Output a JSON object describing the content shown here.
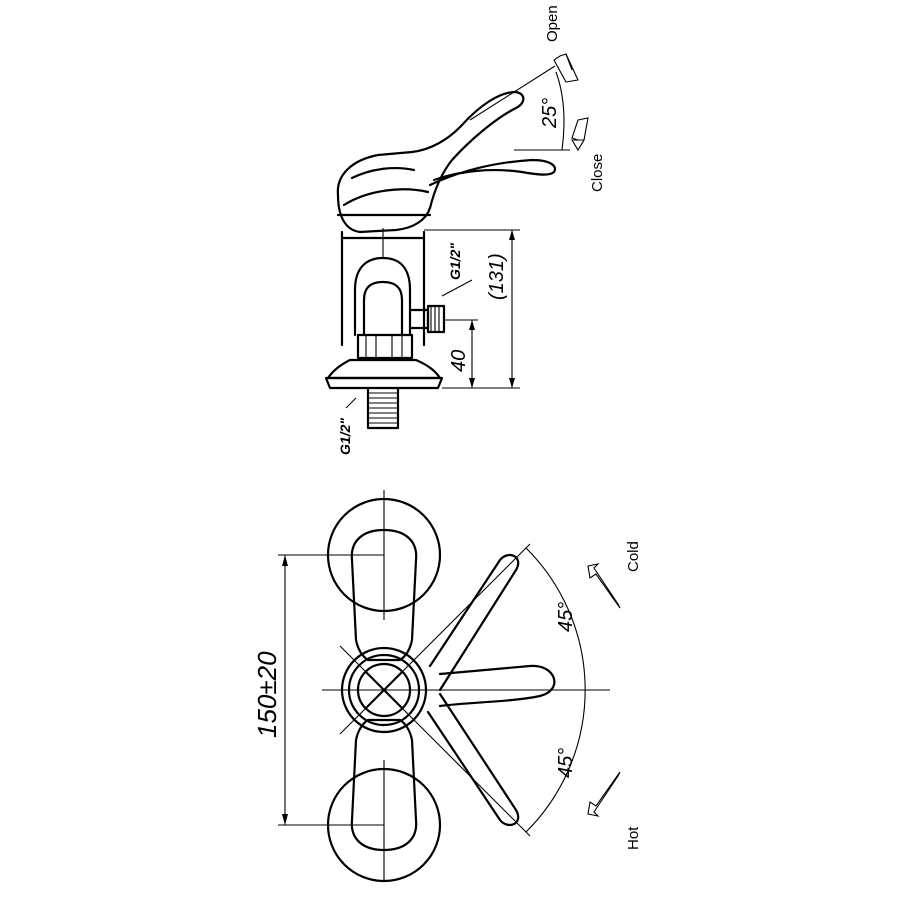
{
  "side_view": {
    "label_open": "Open",
    "label_close": "Close",
    "angle_lever": "25°",
    "thread_side": "G1/2\"",
    "thread_bottom": "G1/2\"",
    "dim_total_height": "(131)",
    "dim_outlet_height": "40"
  },
  "top_view": {
    "label_cold": "Cold",
    "label_hot": "Hot",
    "angle_cold": "45°",
    "angle_hot": "45°",
    "dim_center_distance": "150±20"
  }
}
